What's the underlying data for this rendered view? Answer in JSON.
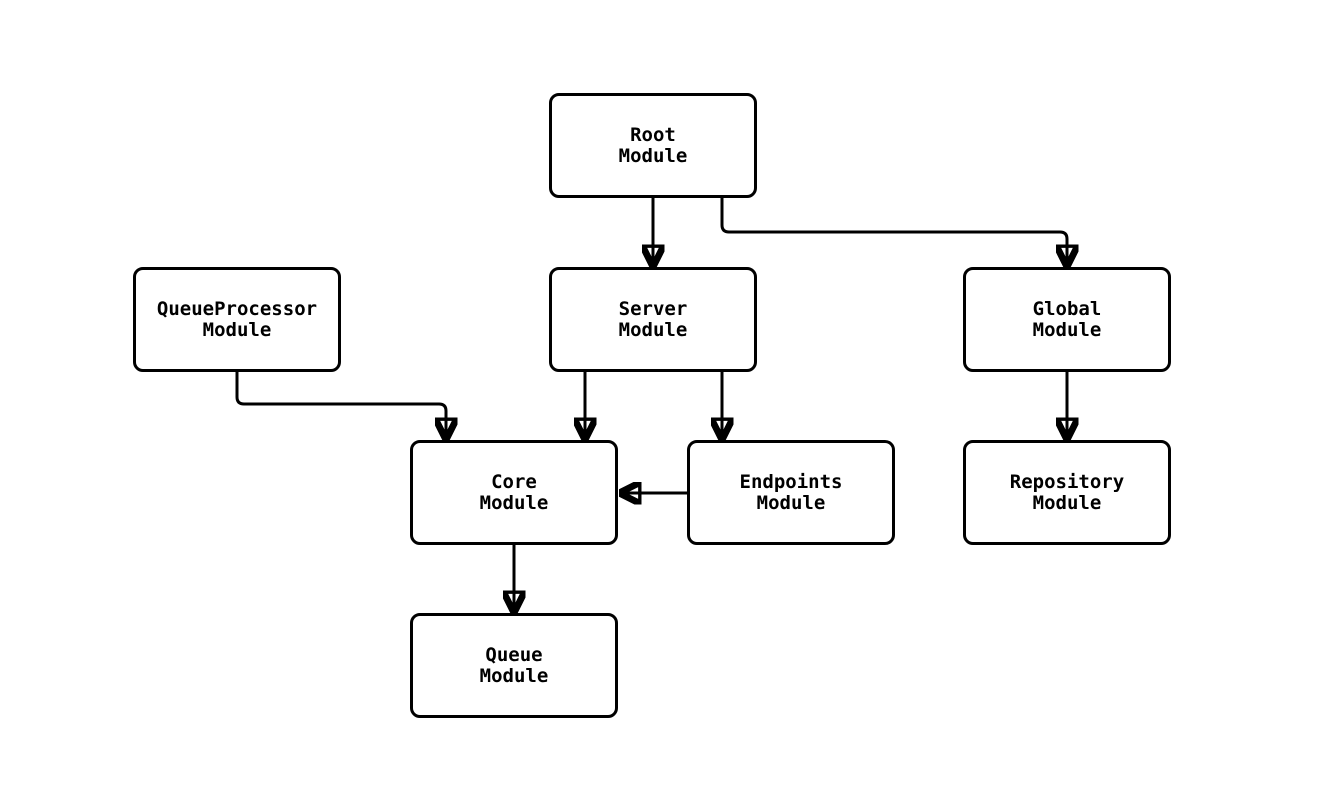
{
  "diagram": {
    "type": "flowchart",
    "background_color": "#ffffff",
    "node_border_color": "#000000",
    "node_fill_color": "#ffffff",
    "edge_color": "#000000",
    "text_color": "#000000",
    "nodes": {
      "root": {
        "label": "Root\nModule"
      },
      "queue_processor": {
        "label": "QueueProcessor\nModule"
      },
      "server": {
        "label": "Server\nModule"
      },
      "global": {
        "label": "Global\nModule"
      },
      "core": {
        "label": "Core\nModule"
      },
      "endpoints": {
        "label": "Endpoints\nModule"
      },
      "repository": {
        "label": "Repository\nModule"
      },
      "queue": {
        "label": "Queue\nModule"
      }
    },
    "edges": [
      {
        "from": "Root Module",
        "to": "Server Module"
      },
      {
        "from": "Root Module",
        "to": "Global Module"
      },
      {
        "from": "QueueProcessor Module",
        "to": "Core Module"
      },
      {
        "from": "Server Module",
        "to": "Core Module"
      },
      {
        "from": "Server Module",
        "to": "Endpoints Module"
      },
      {
        "from": "Endpoints Module",
        "to": "Core Module"
      },
      {
        "from": "Global Module",
        "to": "Repository Module"
      },
      {
        "from": "Core Module",
        "to": "Queue Module"
      }
    ]
  }
}
